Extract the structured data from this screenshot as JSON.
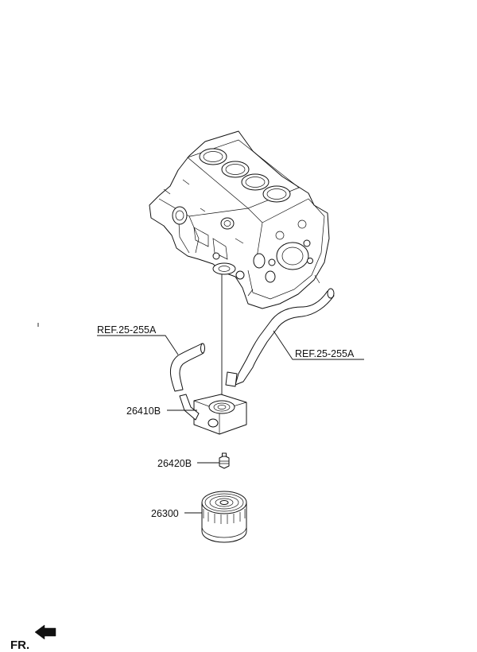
{
  "labels": {
    "ref_left": "REF.25-255A",
    "ref_right": "REF.25-255A",
    "oil_cooler": "26410B",
    "oil_pressure_switch": "26420B",
    "oil_filter": "26300",
    "front_marker": "FR."
  },
  "icons": {
    "front_arrow": "front-arrow-icon"
  }
}
